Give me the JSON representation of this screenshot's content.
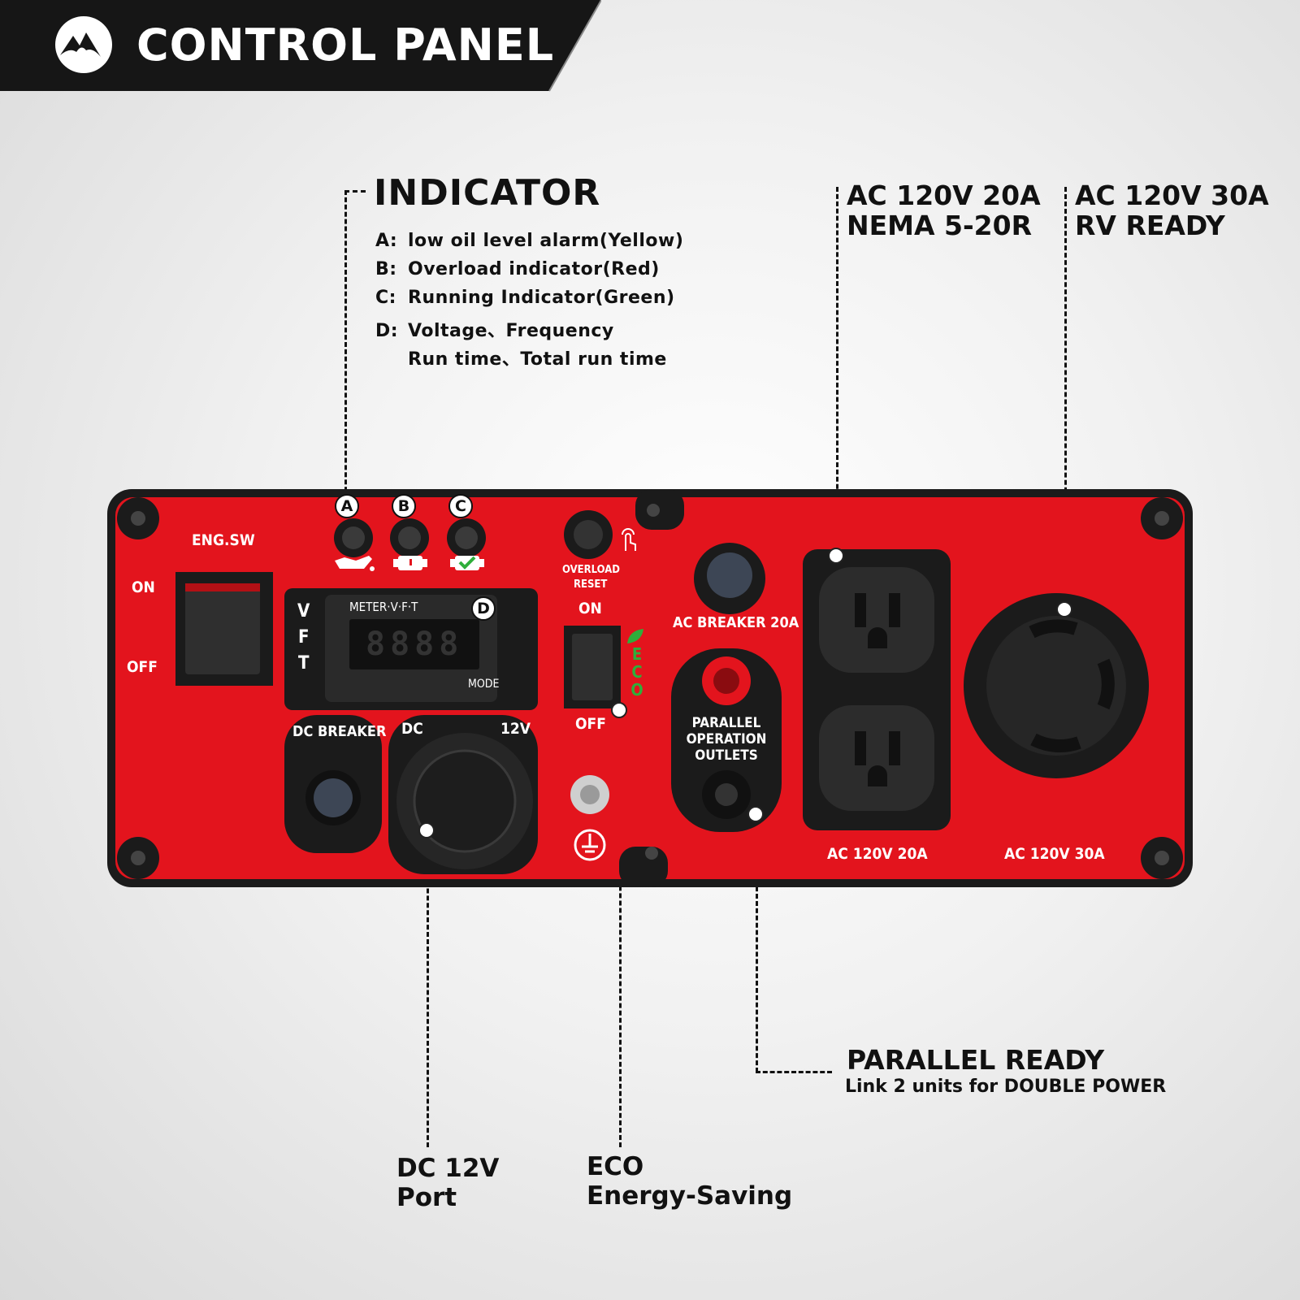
{
  "header": {
    "title": "CONTROL PANEL",
    "icon": "logo-mountain-icon"
  },
  "indicator": {
    "title": "INDICATOR",
    "items": [
      {
        "key": "A:",
        "text": "low oil level alarm(Yellow)"
      },
      {
        "key": "B:",
        "text": "Overload indicator(Red)"
      },
      {
        "key": "C:",
        "text": "Running Indicator(Green)"
      },
      {
        "key": "D:",
        "text": "Voltage、Frequency"
      },
      {
        "key": "",
        "text": "Run time、Total run time"
      }
    ]
  },
  "callouts": {
    "ac20_line1": "AC 120V 20A",
    "ac20_line2": "NEMA 5-20R",
    "ac30_line1": "AC 120V 30A",
    "ac30_line2": "RV READY",
    "parallel_title": "PARALLEL READY",
    "parallel_sub": "Link 2 units for DOUBLE POWER",
    "dc_line1": "DC 12V",
    "dc_line2": "Port",
    "eco_line1": "ECO",
    "eco_line2": "Energy-Saving"
  },
  "panel": {
    "eng_sw": "ENG.SW",
    "on": "ON",
    "off": "OFF",
    "badge_a": "A",
    "badge_b": "B",
    "badge_c": "C",
    "badge_d": "D",
    "meter_label": "METER·V·F·T",
    "meter_digits": "8888",
    "meter_mode": "MODE",
    "vft_v": "V",
    "vft_f": "F",
    "vft_t": "T",
    "overload_reset_1": "OVERLOAD",
    "overload_reset_2": "RESET",
    "eco_on": "ON",
    "eco_off": "OFF",
    "eco_vertical": "ECO",
    "ac_breaker": "AC BREAKER 20A",
    "dc_breaker": "DC BREAKER",
    "dc": "DC",
    "v12": "12V",
    "parallel_1": "PARALLEL",
    "parallel_2": "OPERATION",
    "parallel_3": "OUTLETS",
    "ac20_label": "AC 120V 20A",
    "ac30_label": "AC 120V 30A"
  },
  "colors": {
    "panel_red": "#e3141d",
    "frame_black": "#1b1b1b",
    "banner_black": "#161616",
    "eco_green": "#2fae3b"
  }
}
